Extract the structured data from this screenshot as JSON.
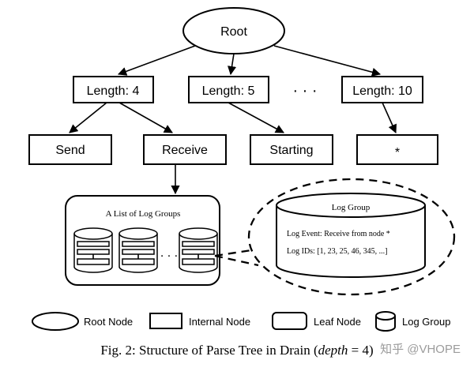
{
  "diagram": {
    "root_label": "Root",
    "length_nodes": [
      "Length: 4",
      "Length: 5",
      "Length: 10"
    ],
    "ellipsis": "· · ·",
    "leaf_nodes": [
      "Send",
      "Receive",
      "Starting",
      "*"
    ],
    "list_title": "A List of Log Groups",
    "list_ellipsis": ". . .",
    "detail_title": "Log Group",
    "log_event": "Log Event:  Receive from node *",
    "log_ids": "Log IDs:  [1, 23, 25, 46, 345, ...]"
  },
  "legend": {
    "root_node": "Root Node",
    "internal_node": "Internal Node",
    "leaf_node": "Leaf Node",
    "log_group": "Log Group"
  },
  "caption": {
    "prefix": "Fig. 2: Structure of Parse Tree in Drain (",
    "italic": "depth",
    "suffix": " = 4)"
  },
  "watermark": "知乎 @VHOPE"
}
